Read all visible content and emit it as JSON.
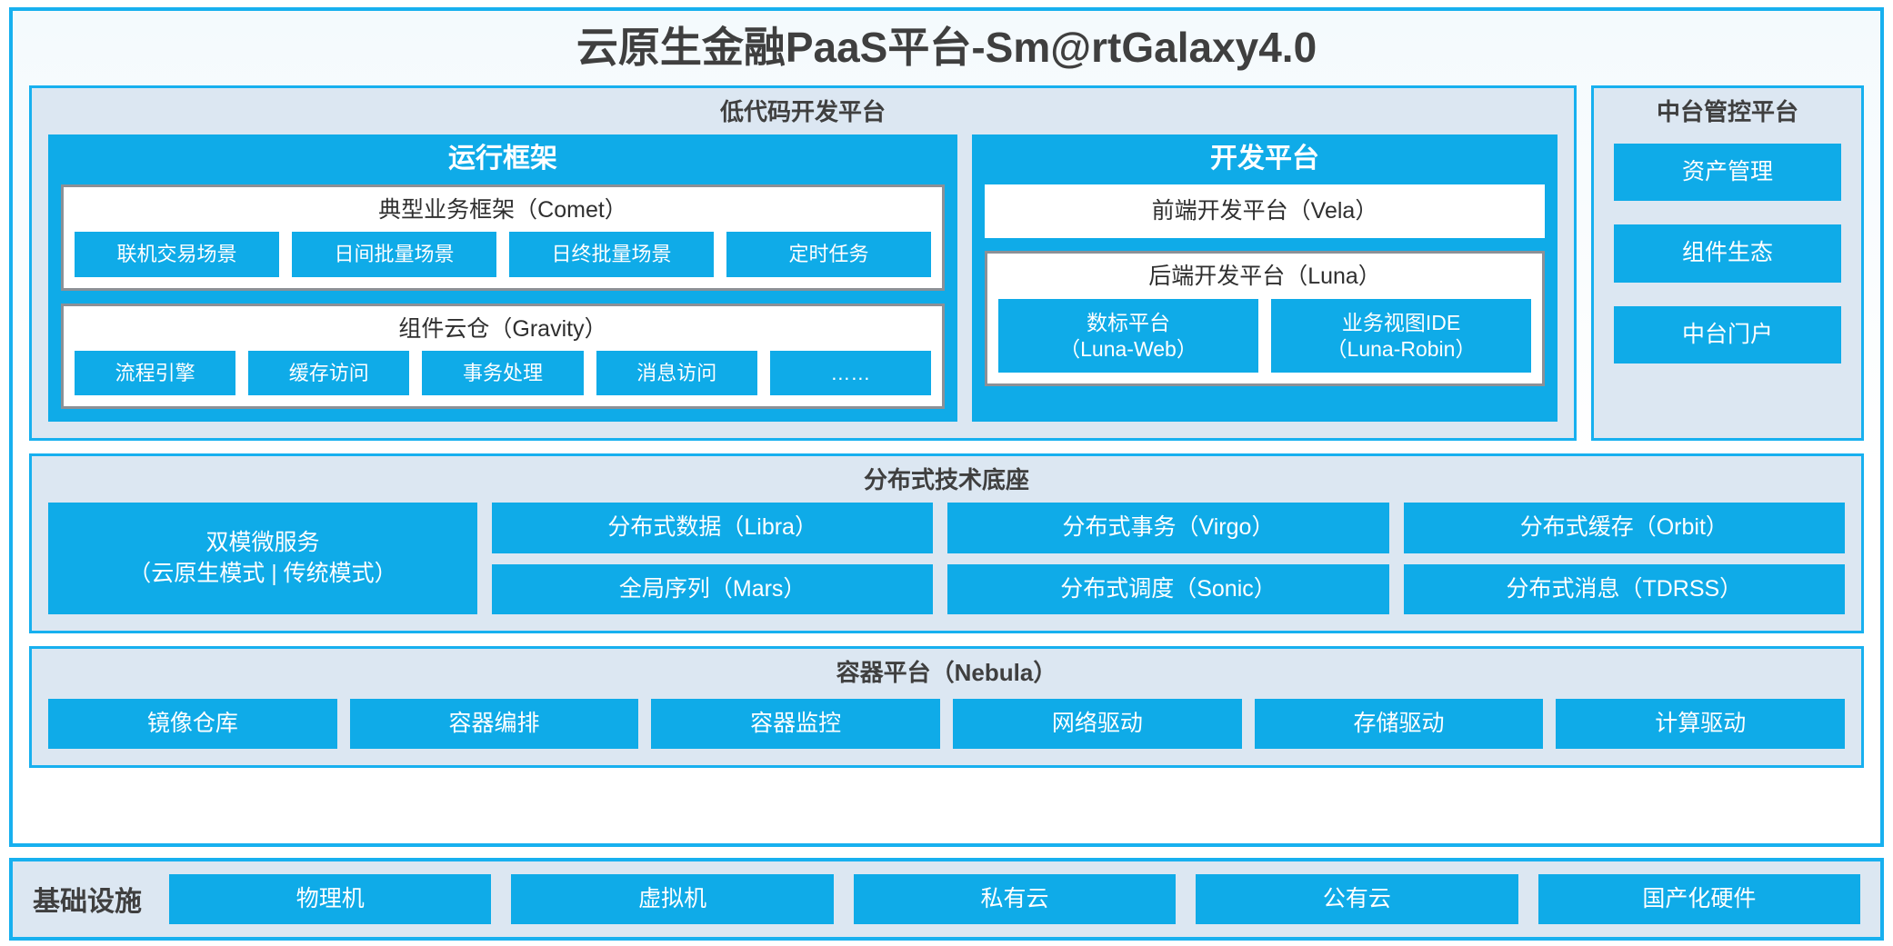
{
  "title": "云原生金融PaaS平台-Sm@rtGalaxy4.0",
  "colors": {
    "accent_blue": "#0fabe8",
    "border_blue": "#17b0ef",
    "panel_bg": "#dce7f2",
    "card_border_gray": "#8c9096",
    "text_dark": "#3f3f3f"
  },
  "lowcode": {
    "title": "低代码开发平台",
    "runtime": {
      "title": "运行框架",
      "comet": {
        "title": "典型业务框架（Comet）",
        "tiles": [
          "联机交易场景",
          "日间批量场景",
          "日终批量场景",
          "定时任务"
        ]
      },
      "gravity": {
        "title": "组件云仓（Gravity）",
        "tiles": [
          "流程引擎",
          "缓存访问",
          "事务处理",
          "消息访问",
          "……"
        ]
      }
    },
    "devplatform": {
      "title": "开发平台",
      "frontend": "前端开发平台（Vela）",
      "backend": {
        "title": "后端开发平台（Luna）",
        "tiles": [
          "数标平台\n（Luna-Web）",
          "业务视图IDE\n（Luna-Robin）"
        ],
        "tile_items": [
          {
            "name": "数标平台",
            "code": "（Luna-Web）"
          },
          {
            "name": "业务视图IDE",
            "code": "（Luna-Robin）"
          }
        ]
      }
    }
  },
  "management": {
    "title": "中台管控平台",
    "items": [
      "资产管理",
      "组件生态",
      "中台门户"
    ]
  },
  "distributed": {
    "title": "分布式技术底座",
    "microservice": {
      "line1": "双模微服务",
      "line2": "（云原生模式 | 传统模式）"
    },
    "columns": [
      [
        "分布式数据（Libra）",
        "全局序列（Mars）"
      ],
      [
        "分布式事务（Virgo）",
        "分布式调度（Sonic）"
      ],
      [
        "分布式缓存（Orbit）",
        "分布式消息（TDRSS）"
      ]
    ]
  },
  "container": {
    "title": "容器平台（Nebula）",
    "tiles": [
      "镜像仓库",
      "容器编排",
      "容器监控",
      "网络驱动",
      "存储驱动",
      "计算驱动"
    ]
  },
  "infrastructure": {
    "label": "基础设施",
    "tiles": [
      "物理机",
      "虚拟机",
      "私有云",
      "公有云",
      "国产化硬件"
    ]
  }
}
